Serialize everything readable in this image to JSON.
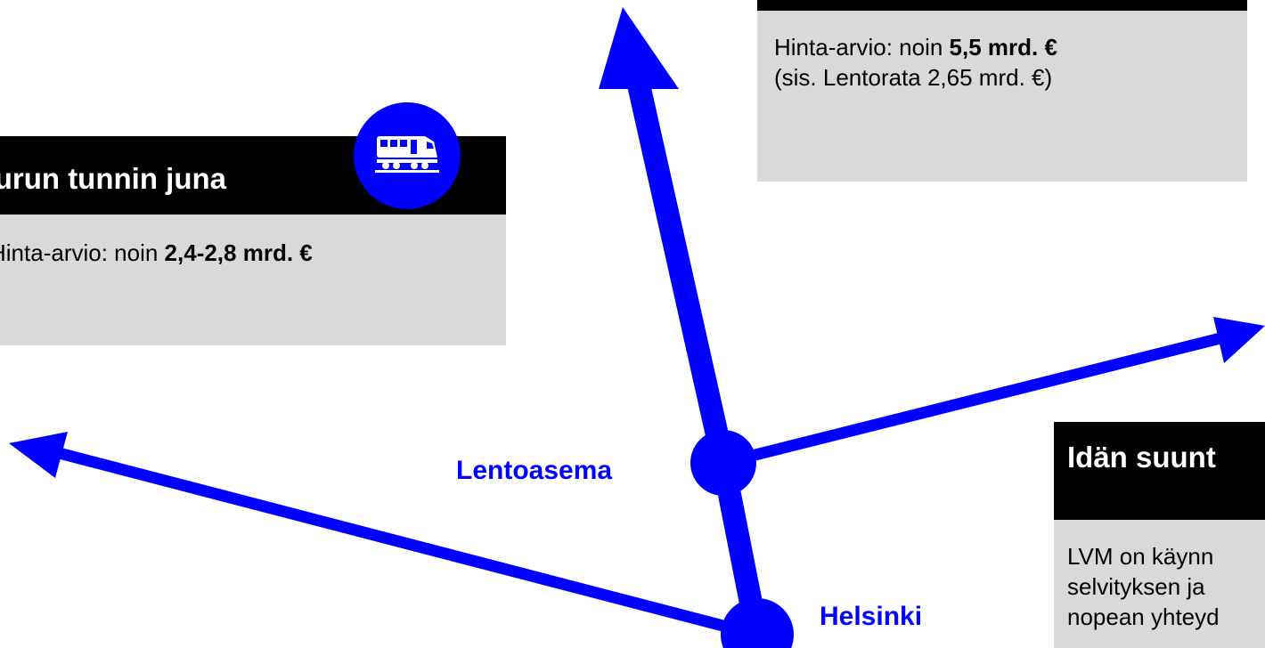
{
  "colors": {
    "route_blue": "#0000ff",
    "header_black": "#000000",
    "panel_gray": "#d9d9d9"
  },
  "nodes": {
    "lentoasema": "Lentoasema",
    "helsinki": "Helsinki"
  },
  "boxes": {
    "turku": {
      "title": "Turun tunnin juna",
      "line1_prefix": "Hinta-arvio: noin ",
      "line1_bold": "2,4-2,8 mrd. €",
      "icon": "train-icon"
    },
    "lentorata": {
      "line1_prefix": "Hinta-arvio: noin ",
      "line1_bold": "5,5 mrd. €",
      "line2": "(sis. Lentorata 2,65 mrd. €)"
    },
    "ita": {
      "title": "Idän suunt",
      "line1": "LVM on käynn",
      "line2": "selvityksen ja",
      "line3": "nopean yhteyd"
    }
  }
}
